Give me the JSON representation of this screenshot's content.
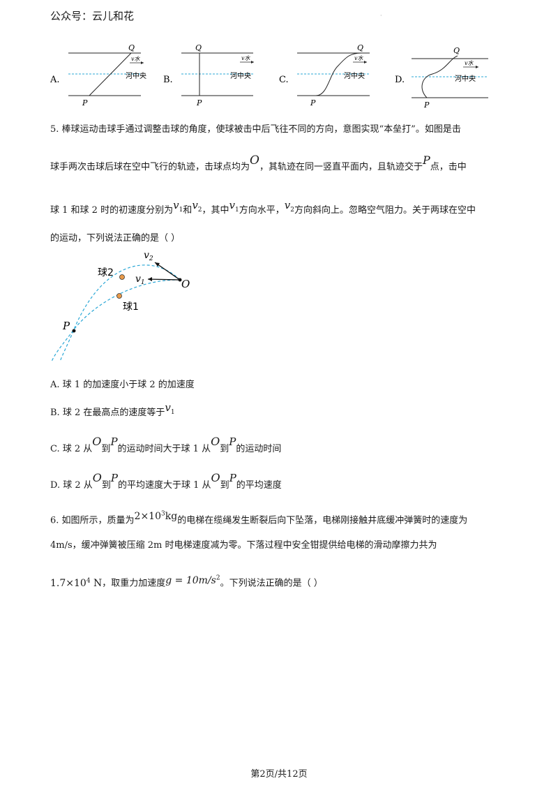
{
  "header": {
    "text": "公众号：云儿和花"
  },
  "figures_row": {
    "options": [
      {
        "letter": "A.",
        "Q": "Q",
        "P": "P",
        "v_label": "v水",
        "center_label": "河中央"
      },
      {
        "letter": "B.",
        "Q": "Q",
        "P": "P",
        "v_label": "v水",
        "center_label": "河中央"
      },
      {
        "letter": "C.",
        "Q": "Q",
        "P": "P",
        "v_label": "v水",
        "center_label": "河中央"
      },
      {
        "letter": "D.",
        "Q": "Q",
        "P": "P",
        "v_label": "v水",
        "center_label": "河中央"
      }
    ]
  },
  "q5": {
    "line1": "5. 棒球运动击球手通过调整击球的角度，使球被击中后飞往不同的方向，意图实现“本垒打”。如图是击",
    "line2a": "球手两次击球后球在空中飞行的轨迹，击球点均为",
    "sym_O": "O",
    "line2b": "，其轨迹在同一竖直平面内，且轨迹交于",
    "sym_P": "P",
    "line2c": "点，击中",
    "line3a": "球 1 和球 2 时的初速度分别为",
    "v1": "v",
    "v1sub": "1",
    "and": "和",
    "v2": "v",
    "v2sub": "2",
    "line3b": "，其中",
    "line3c": "方向水平，",
    "line3d": "方向斜向上。忽略空气阻力。关于两球在空中",
    "line4": "的运动，下列说法正确的是（        ）",
    "figure": {
      "ball2": "球2",
      "ball1": "球1",
      "O": "O",
      "P": "P",
      "v1": "v",
      "v1sub": "1",
      "v2": "v",
      "v2sub": "2"
    },
    "optA": "A.  球 1 的加速度小于球 2 的加速度",
    "optB": "B.  球 2 在最高点的速度等于",
    "optC_a": "C.  球 2 从",
    "optC_b": "到",
    "optC_c": "的运动时间大于球 1 从",
    "optC_d": "的运动时间",
    "optD_a": "D.  球 2 从",
    "optD_b": "到",
    "optD_c": "的平均速度大于球 1 从",
    "optD_d": "的平均速度"
  },
  "q6": {
    "line1a": "6. 如图所示，质量为",
    "mass": "2×10",
    "mass_exp": "3",
    "mass_unit": "kg",
    "line1b": "的电梯在缆绳发生断裂后向下坠落，电梯刚接触井底缓冲弹簧时的速度为",
    "line2": "4m/s，缓冲弹簧被压缩 2m 时电梯速度减为零。下落过程中安全钳提供给电梯的滑动摩擦力共为",
    "force": "1.7×10",
    "force_exp": "4",
    "force_unit": " N",
    "line3a": "，取重力加速度",
    "g_eq": "g = 10m/s",
    "g_exp": "2",
    "line3b": "。下列说法正确的是（        ）"
  },
  "footer": {
    "text": "第2页/共12页"
  }
}
